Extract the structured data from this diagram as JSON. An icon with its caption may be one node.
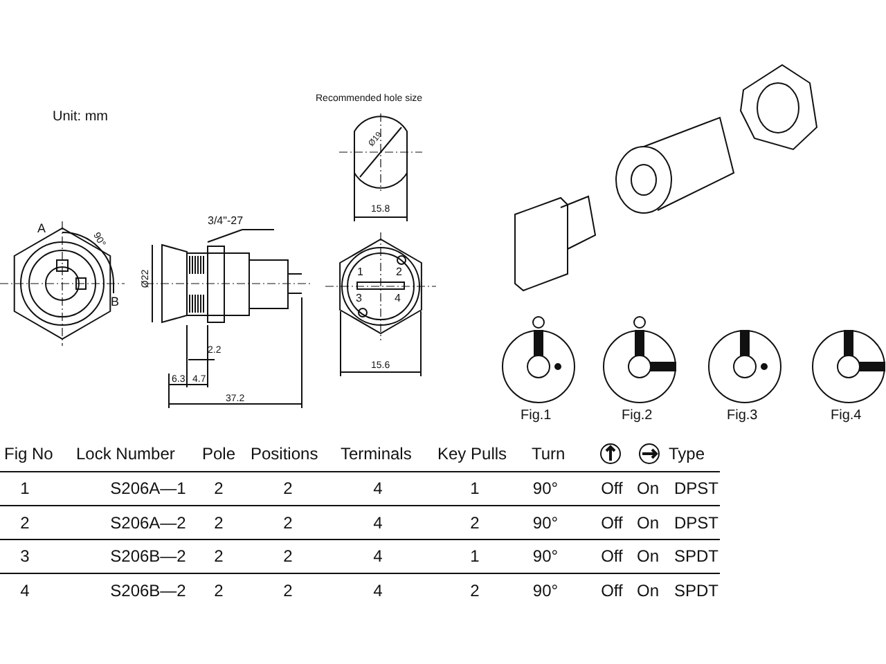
{
  "diagram": {
    "labels": [
      "Unit: mm",
      "Recommended hole size",
      "Ø19",
      "15.8",
      "3/4\"-27",
      "A",
      "90°",
      "B",
      "Ø22",
      "1",
      "2",
      "3",
      "4",
      "2.2",
      "6.3",
      "4.7",
      "37.2",
      "15.6",
      "Fig.1",
      "Fig.2",
      "Fig.3",
      "Fig.4",
      "Fig No",
      "Lock Number",
      "Pole",
      "Positions",
      "Terminals",
      "Key Pulls",
      "Turn",
      "Type",
      "1",
      "S206A—1",
      "2",
      "2",
      "4",
      "1",
      "90°",
      "Off",
      "On",
      "DPST",
      "2",
      "S206A—2",
      "2",
      "2",
      "4",
      "2",
      "90°",
      "Off",
      "On",
      "DPST",
      "3",
      "S206B—2",
      "2",
      "2",
      "4",
      "1",
      "90°",
      "Off",
      "On",
      "SPDT",
      "4",
      "S206B—2",
      "2",
      "2",
      "4",
      "2",
      "90°",
      "Off",
      "On",
      "SPDT"
    ]
  }
}
